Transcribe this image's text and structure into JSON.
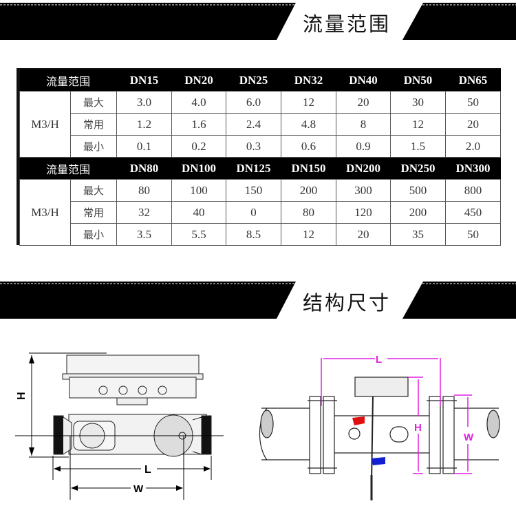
{
  "sections": {
    "flow_range_title": "流量范围",
    "structure_title": "结构尺寸"
  },
  "table": {
    "blocks": [
      {
        "header_label": "流量范围",
        "sizes": [
          "DN15",
          "DN20",
          "DN25",
          "DN32",
          "DN40",
          "DN50",
          "DN65"
        ],
        "unit": "M3/H",
        "rows": [
          {
            "label": "最大",
            "values": [
              "3.0",
              "4.0",
              "6.0",
              "12",
              "20",
              "30",
              "50"
            ]
          },
          {
            "label": "常用",
            "values": [
              "1.2",
              "1.6",
              "2.4",
              "4.8",
              "8",
              "12",
              "20"
            ]
          },
          {
            "label": "最小",
            "values": [
              "0.1",
              "0.2",
              "0.3",
              "0.6",
              "0.9",
              "1.5",
              "2.0"
            ]
          }
        ]
      },
      {
        "header_label": "流量范围",
        "sizes": [
          "DN80",
          "DN100",
          "DN125",
          "DN150",
          "DN200",
          "DN250",
          "DN300"
        ],
        "unit": "M3/H",
        "rows": [
          {
            "label": "最大",
            "values": [
              "80",
              "100",
              "150",
              "200",
              "300",
              "500",
              "800"
            ]
          },
          {
            "label": "常用",
            "values": [
              "32",
              "40",
              "0",
              "80",
              "120",
              "200",
              "450"
            ]
          },
          {
            "label": "最小",
            "values": [
              "3.5",
              "5.5",
              "8.5",
              "12",
              "20",
              "35",
              "50"
            ]
          }
        ]
      }
    ]
  },
  "diagrams": {
    "left": {
      "height_label": "H",
      "length_label": "L",
      "width_label": "W"
    },
    "right": {
      "length_label": "L",
      "height_label": "H",
      "width_label": "W"
    }
  },
  "colors": {
    "dimension_magenta": "#e020e0",
    "red_tag": "#e01010",
    "blue_tag": "#1020d0"
  }
}
